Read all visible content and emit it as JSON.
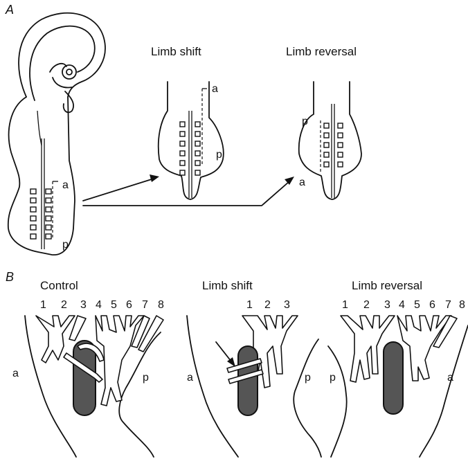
{
  "panel_a": {
    "letter": "A",
    "embryo": {
      "a": "a",
      "p": "p"
    },
    "limb_shift": {
      "title": "Limb shift",
      "a": "a",
      "p": "p"
    },
    "limb_reversal": {
      "title": "Limb reversal",
      "p": "p",
      "a": "a"
    }
  },
  "panel_b": {
    "letter": "B",
    "control": {
      "title": "Control",
      "numbers": [
        "1",
        "2",
        "3",
        "4",
        "5",
        "6",
        "7",
        "8"
      ],
      "a": "a",
      "p": "p"
    },
    "limb_shift": {
      "title": "Limb shift",
      "numbers": [
        "1",
        "2",
        "3"
      ],
      "a": "a",
      "p": "p"
    },
    "limb_reversal": {
      "title": "Limb reversal",
      "numbers": [
        "1",
        "2",
        "3",
        "4",
        "5",
        "6",
        "7",
        "8"
      ],
      "p": "p",
      "a": "a"
    }
  },
  "colors": {
    "line": "#111111",
    "bone_fill": "#555555",
    "background": "#ffffff"
  }
}
